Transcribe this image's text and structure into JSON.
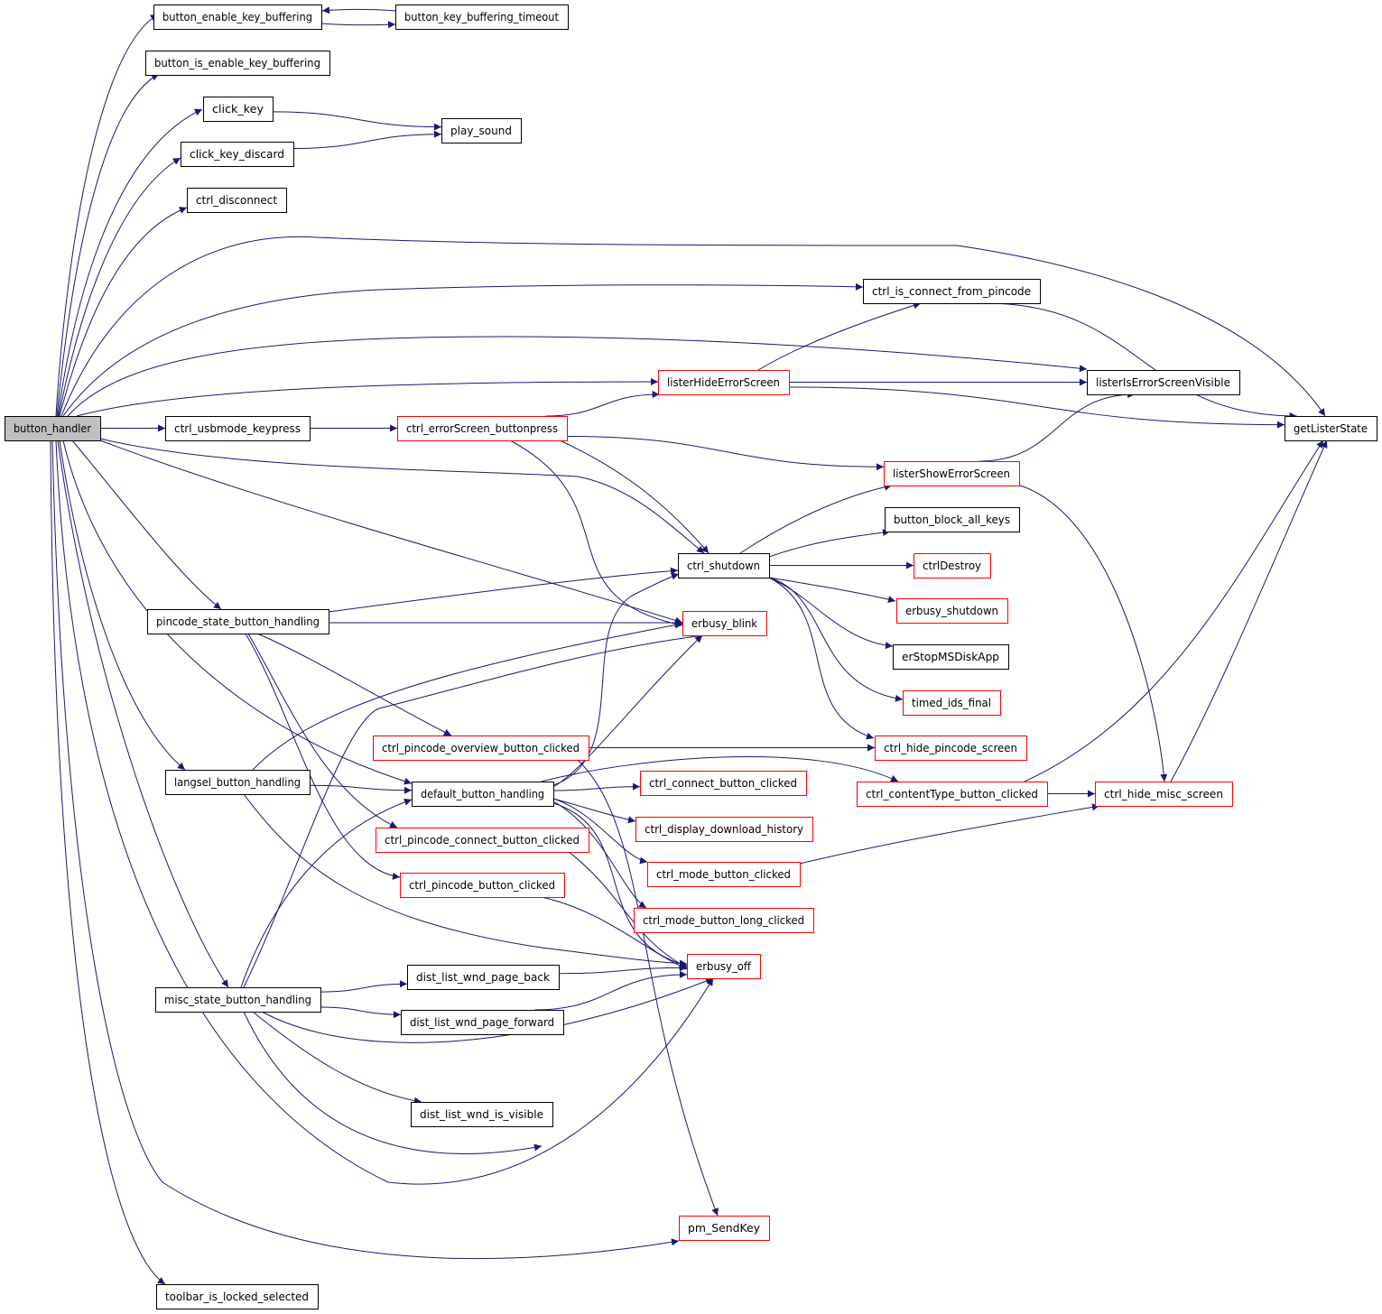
{
  "graph": {
    "title": "",
    "edge_color": "#191970",
    "node_border_default": "#000000",
    "node_border_external": "#ff0000",
    "root_fill": "#bfbfbf",
    "nodes": {
      "button_handler": {
        "label": "button_handler",
        "color": "root"
      },
      "button_enable_key_buffering": {
        "label": "button_enable_key_buffering",
        "color": "black"
      },
      "button_key_buffering_timeout": {
        "label": "button_key_buffering_timeout",
        "color": "black"
      },
      "button_is_enable_key_buffering": {
        "label": "button_is_enable_key_buffering",
        "color": "black"
      },
      "click_key": {
        "label": "click_key",
        "color": "black"
      },
      "play_sound": {
        "label": "play_sound",
        "color": "black"
      },
      "click_key_discard": {
        "label": "click_key_discard",
        "color": "black"
      },
      "ctrl_disconnect": {
        "label": "ctrl_disconnect",
        "color": "black"
      },
      "ctrl_is_connect_from_pincode": {
        "label": "ctrl_is_connect_from_pincode",
        "color": "black"
      },
      "listerHideErrorScreen": {
        "label": "listerHideErrorScreen",
        "color": "red"
      },
      "listerIsErrorScreenVisible": {
        "label": "listerIsErrorScreenVisible",
        "color": "black"
      },
      "getListerState": {
        "label": "getListerState",
        "color": "black"
      },
      "ctrl_usbmode_keypress": {
        "label": "ctrl_usbmode_keypress",
        "color": "black"
      },
      "ctrl_errorScreen_buttonpress": {
        "label": "ctrl_errorScreen_buttonpress",
        "color": "red"
      },
      "listerShowErrorScreen": {
        "label": "listerShowErrorScreen",
        "color": "red"
      },
      "button_block_all_keys": {
        "label": "button_block_all_keys",
        "color": "black"
      },
      "ctrl_shutdown": {
        "label": "ctrl_shutdown",
        "color": "black"
      },
      "ctrlDestroy": {
        "label": "ctrlDestroy",
        "color": "red"
      },
      "erbusy_shutdown": {
        "label": "erbusy_shutdown",
        "color": "red"
      },
      "pincode_state_button_handling": {
        "label": "pincode_state_button_handling",
        "color": "black"
      },
      "erbusy_blink": {
        "label": "erbusy_blink",
        "color": "red"
      },
      "erStopMSDiskApp": {
        "label": "erStopMSDiskApp",
        "color": "black"
      },
      "timed_ids_final": {
        "label": "timed_ids_final",
        "color": "red"
      },
      "ctrl_pincode_overview_button_clicked": {
        "label": "ctrl_pincode_overview_button_clicked",
        "color": "red"
      },
      "ctrl_hide_pincode_screen": {
        "label": "ctrl_hide_pincode_screen",
        "color": "red"
      },
      "langsel_button_handling": {
        "label": "langsel_button_handling",
        "color": "black"
      },
      "default_button_handling": {
        "label": "default_button_handling",
        "color": "black"
      },
      "ctrl_connect_button_clicked": {
        "label": "ctrl_connect_button_clicked",
        "color": "red"
      },
      "ctrl_contentType_button_clicked": {
        "label": "ctrl_contentType_button_clicked",
        "color": "red"
      },
      "ctrl_hide_misc_screen": {
        "label": "ctrl_hide_misc_screen",
        "color": "red"
      },
      "ctrl_display_download_history": {
        "label": "ctrl_display_download_history",
        "color": "red"
      },
      "ctrl_pincode_connect_button_clicked": {
        "label": "ctrl_pincode_connect_button_clicked",
        "color": "red"
      },
      "ctrl_mode_button_clicked": {
        "label": "ctrl_mode_button_clicked",
        "color": "red"
      },
      "ctrl_pincode_button_clicked": {
        "label": "ctrl_pincode_button_clicked",
        "color": "red"
      },
      "ctrl_mode_button_long_clicked": {
        "label": "ctrl_mode_button_long_clicked",
        "color": "red"
      },
      "erbusy_off": {
        "label": "erbusy_off",
        "color": "red"
      },
      "dist_list_wnd_page_back": {
        "label": "dist_list_wnd_page_back",
        "color": "black"
      },
      "misc_state_button_handling": {
        "label": "misc_state_button_handling",
        "color": "black"
      },
      "dist_list_wnd_page_forward": {
        "label": "dist_list_wnd_page_forward",
        "color": "black"
      },
      "dist_list_wnd_is_visible": {
        "label": "dist_list_wnd_is_visible",
        "color": "black"
      },
      "pm_SendKey": {
        "label": "pm_SendKey",
        "color": "red"
      },
      "toolbar_is_locked_selected": {
        "label": "toolbar_is_locked_selected",
        "color": "black"
      }
    },
    "edges": [
      [
        "button_handler",
        "button_enable_key_buffering"
      ],
      [
        "button_enable_key_buffering",
        "button_key_buffering_timeout"
      ],
      [
        "button_key_buffering_timeout",
        "button_enable_key_buffering"
      ],
      [
        "button_handler",
        "button_is_enable_key_buffering"
      ],
      [
        "button_handler",
        "click_key"
      ],
      [
        "click_key",
        "play_sound"
      ],
      [
        "button_handler",
        "click_key_discard"
      ],
      [
        "click_key_discard",
        "play_sound"
      ],
      [
        "button_handler",
        "ctrl_disconnect"
      ],
      [
        "button_handler",
        "getListerState"
      ],
      [
        "button_handler",
        "ctrl_is_connect_from_pincode"
      ],
      [
        "ctrl_is_connect_from_pincode",
        "getListerState"
      ],
      [
        "button_handler",
        "listerIsErrorScreenVisible"
      ],
      [
        "button_handler",
        "listerHideErrorScreen"
      ],
      [
        "listerHideErrorScreen",
        "ctrl_is_connect_from_pincode"
      ],
      [
        "listerHideErrorScreen",
        "listerIsErrorScreenVisible"
      ],
      [
        "listerHideErrorScreen",
        "getListerState"
      ],
      [
        "button_handler",
        "ctrl_usbmode_keypress"
      ],
      [
        "ctrl_usbmode_keypress",
        "ctrl_errorScreen_buttonpress"
      ],
      [
        "ctrl_errorScreen_buttonpress",
        "listerHideErrorScreen"
      ],
      [
        "ctrl_errorScreen_buttonpress",
        "listerShowErrorScreen"
      ],
      [
        "ctrl_errorScreen_buttonpress",
        "ctrl_shutdown"
      ],
      [
        "ctrl_errorScreen_buttonpress",
        "erbusy_blink"
      ],
      [
        "listerShowErrorScreen",
        "listerIsErrorScreenVisible"
      ],
      [
        "listerShowErrorScreen",
        "ctrl_hide_misc_screen"
      ],
      [
        "button_handler",
        "ctrl_shutdown"
      ],
      [
        "button_handler",
        "erbusy_blink"
      ],
      [
        "ctrl_shutdown",
        "listerShowErrorScreen"
      ],
      [
        "ctrl_shutdown",
        "button_block_all_keys"
      ],
      [
        "ctrl_shutdown",
        "ctrlDestroy"
      ],
      [
        "ctrl_shutdown",
        "erbusy_shutdown"
      ],
      [
        "ctrl_shutdown",
        "erStopMSDiskApp"
      ],
      [
        "ctrl_shutdown",
        "timed_ids_final"
      ],
      [
        "ctrl_shutdown",
        "ctrl_hide_pincode_screen"
      ],
      [
        "button_handler",
        "pincode_state_button_handling"
      ],
      [
        "pincode_state_button_handling",
        "ctrl_shutdown"
      ],
      [
        "pincode_state_button_handling",
        "erbusy_blink"
      ],
      [
        "pincode_state_button_handling",
        "ctrl_pincode_overview_button_clicked"
      ],
      [
        "pincode_state_button_handling",
        "ctrl_pincode_connect_button_clicked"
      ],
      [
        "pincode_state_button_handling",
        "ctrl_pincode_button_clicked"
      ],
      [
        "ctrl_pincode_overview_button_clicked",
        "ctrl_hide_pincode_screen"
      ],
      [
        "ctrl_pincode_overview_button_clicked",
        "pm_SendKey"
      ],
      [
        "button_handler",
        "langsel_button_handling"
      ],
      [
        "langsel_button_handling",
        "default_button_handling"
      ],
      [
        "langsel_button_handling",
        "erbusy_blink"
      ],
      [
        "langsel_button_handling",
        "erbusy_off"
      ],
      [
        "button_handler",
        "default_button_handling"
      ],
      [
        "default_button_handling",
        "ctrl_shutdown"
      ],
      [
        "default_button_handling",
        "erbusy_blink"
      ],
      [
        "default_button_handling",
        "ctrl_connect_button_clicked"
      ],
      [
        "default_button_handling",
        "ctrl_contentType_button_clicked"
      ],
      [
        "default_button_handling",
        "ctrl_display_download_history"
      ],
      [
        "default_button_handling",
        "ctrl_mode_button_clicked"
      ],
      [
        "default_button_handling",
        "ctrl_mode_button_long_clicked"
      ],
      [
        "default_button_handling",
        "erbusy_off"
      ],
      [
        "ctrl_contentType_button_clicked",
        "ctrl_hide_misc_screen"
      ],
      [
        "ctrl_contentType_button_clicked",
        "getListerState"
      ],
      [
        "ctrl_hide_misc_screen",
        "getListerState"
      ],
      [
        "ctrl_mode_button_clicked",
        "ctrl_hide_misc_screen"
      ],
      [
        "ctrl_pincode_connect_button_clicked",
        "erbusy_off"
      ],
      [
        "ctrl_pincode_button_clicked",
        "erbusy_off"
      ],
      [
        "button_handler",
        "misc_state_button_handling"
      ],
      [
        "misc_state_button_handling",
        "default_button_handling"
      ],
      [
        "misc_state_button_handling",
        "erbusy_blink"
      ],
      [
        "misc_state_button_handling",
        "dist_list_wnd_page_back"
      ],
      [
        "misc_state_button_handling",
        "dist_list_wnd_page_forward"
      ],
      [
        "misc_state_button_handling",
        "dist_list_wnd_is_visible"
      ],
      [
        "misc_state_button_handling",
        "erbusy_off"
      ],
      [
        "misc_state_button_handling",
        "ctrl_hide_misc_screen"
      ],
      [
        "dist_list_wnd_page_back",
        "erbusy_off"
      ],
      [
        "dist_list_wnd_page_forward",
        "erbusy_off"
      ],
      [
        "button_handler",
        "erbusy_off"
      ],
      [
        "button_handler",
        "pm_SendKey"
      ],
      [
        "button_handler",
        "toolbar_is_locked_selected"
      ]
    ]
  }
}
